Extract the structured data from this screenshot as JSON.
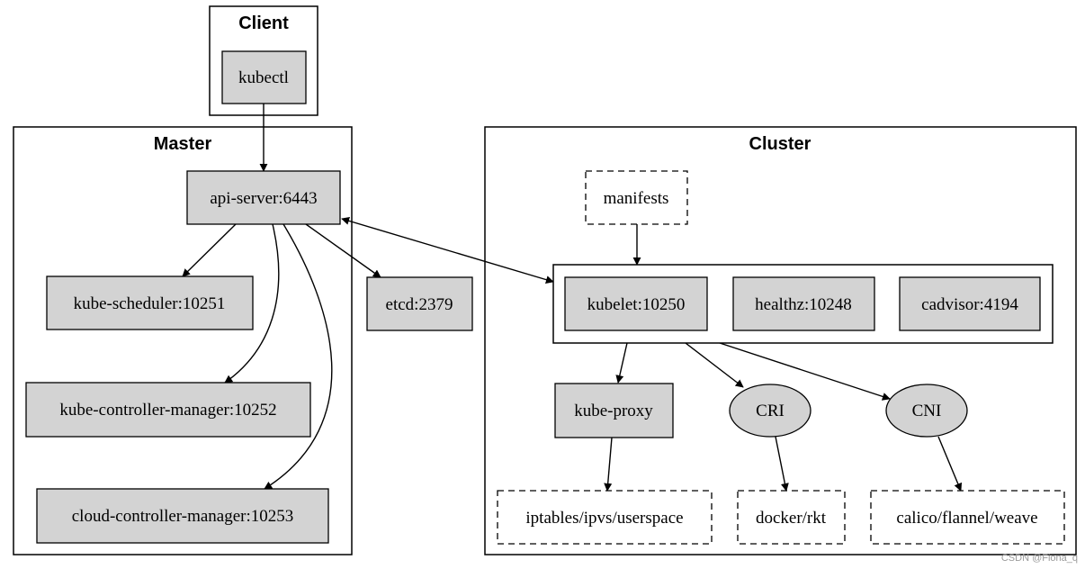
{
  "clusters": {
    "client": "Client",
    "master": "Master",
    "cluster": "Cluster"
  },
  "nodes": {
    "kubectl": "kubectl",
    "api_server": "api-server:6443",
    "kube_scheduler": "kube-scheduler:10251",
    "kube_controller_manager": "kube-controller-manager:10252",
    "cloud_controller_manager": "cloud-controller-manager:10253",
    "etcd": "etcd:2379",
    "manifests": "manifests",
    "kubelet": "kubelet:10250",
    "healthz": "healthz:10248",
    "cadvisor": "cadvisor:4194",
    "kube_proxy": "kube-proxy",
    "cri": "CRI",
    "cni": "CNI",
    "iptables": "iptables/ipvs/userspace",
    "docker": "docker/rkt",
    "calico": "calico/flannel/weave"
  },
  "watermark": "CSDN @Fiona_q",
  "colors": {
    "node_fill": "#d3d3d3",
    "stroke": "#000000",
    "background": "#ffffff"
  }
}
